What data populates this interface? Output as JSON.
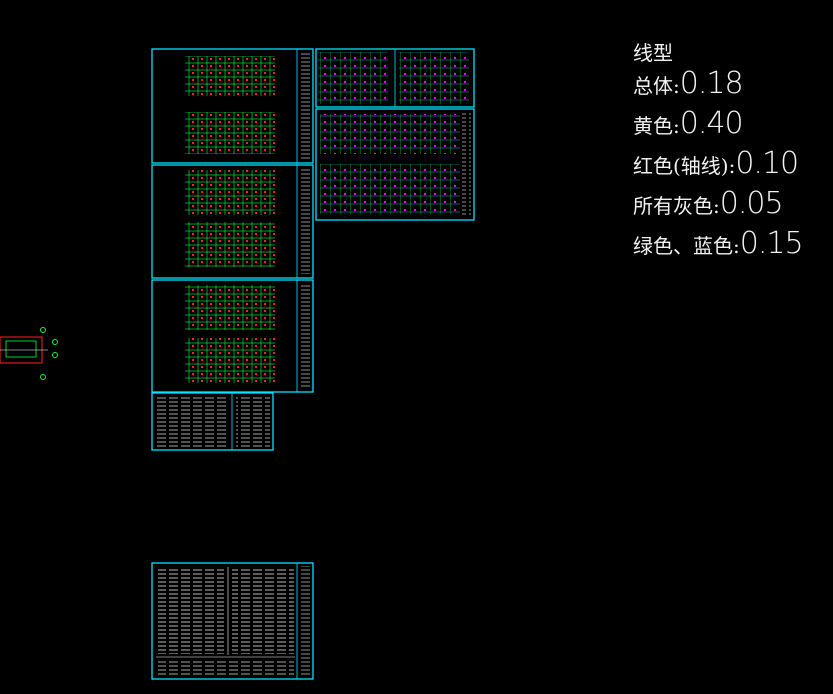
{
  "legend": {
    "title": "线型",
    "rows": [
      {
        "label": "总体:",
        "value": "0.18"
      },
      {
        "label": "黄色:",
        "value": "0.40"
      },
      {
        "label": "红色(轴线):",
        "value": "0.10"
      },
      {
        "label": "所有灰色:",
        "value": "0.05"
      },
      {
        "label": "绿色、蓝色:",
        "value": "0.15"
      }
    ]
  },
  "colors": {
    "background": "#000000",
    "frame": "#00e5ff",
    "wall": "#00ff3c",
    "axis": "#ff2020",
    "accent": "#ff00ff",
    "text": "#ffffff",
    "yellow": "#ffff00"
  }
}
